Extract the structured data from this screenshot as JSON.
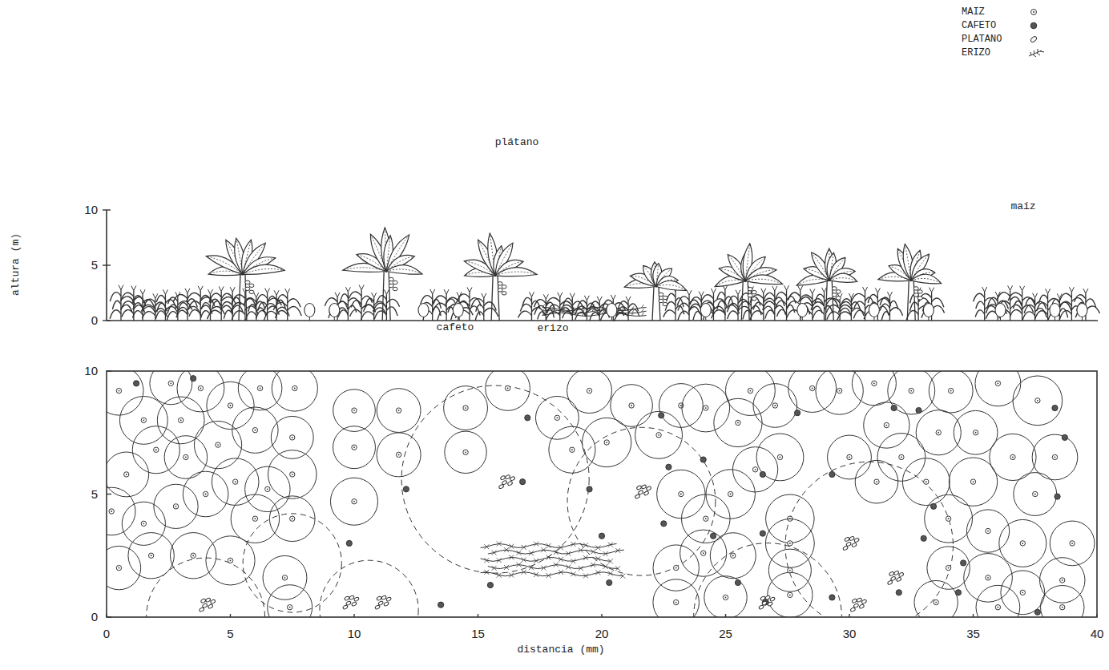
{
  "diagram": {
    "labels": [
      "altura (m)",
      "10",
      "5",
      "0",
      "10",
      "5",
      "0",
      "0",
      "5",
      "10",
      "15",
      "20",
      "25",
      "30",
      "35",
      "40",
      "distancia (mm)",
      "plátano",
      "maíz",
      "cafeto",
      "erizo"
    ],
    "legend": [
      {
        "text": "MAIZ"
      },
      {
        "text": "CAFETO"
      },
      {
        "text": "PLATANO"
      },
      {
        "text": "ERIZO"
      }
    ]
  }
}
